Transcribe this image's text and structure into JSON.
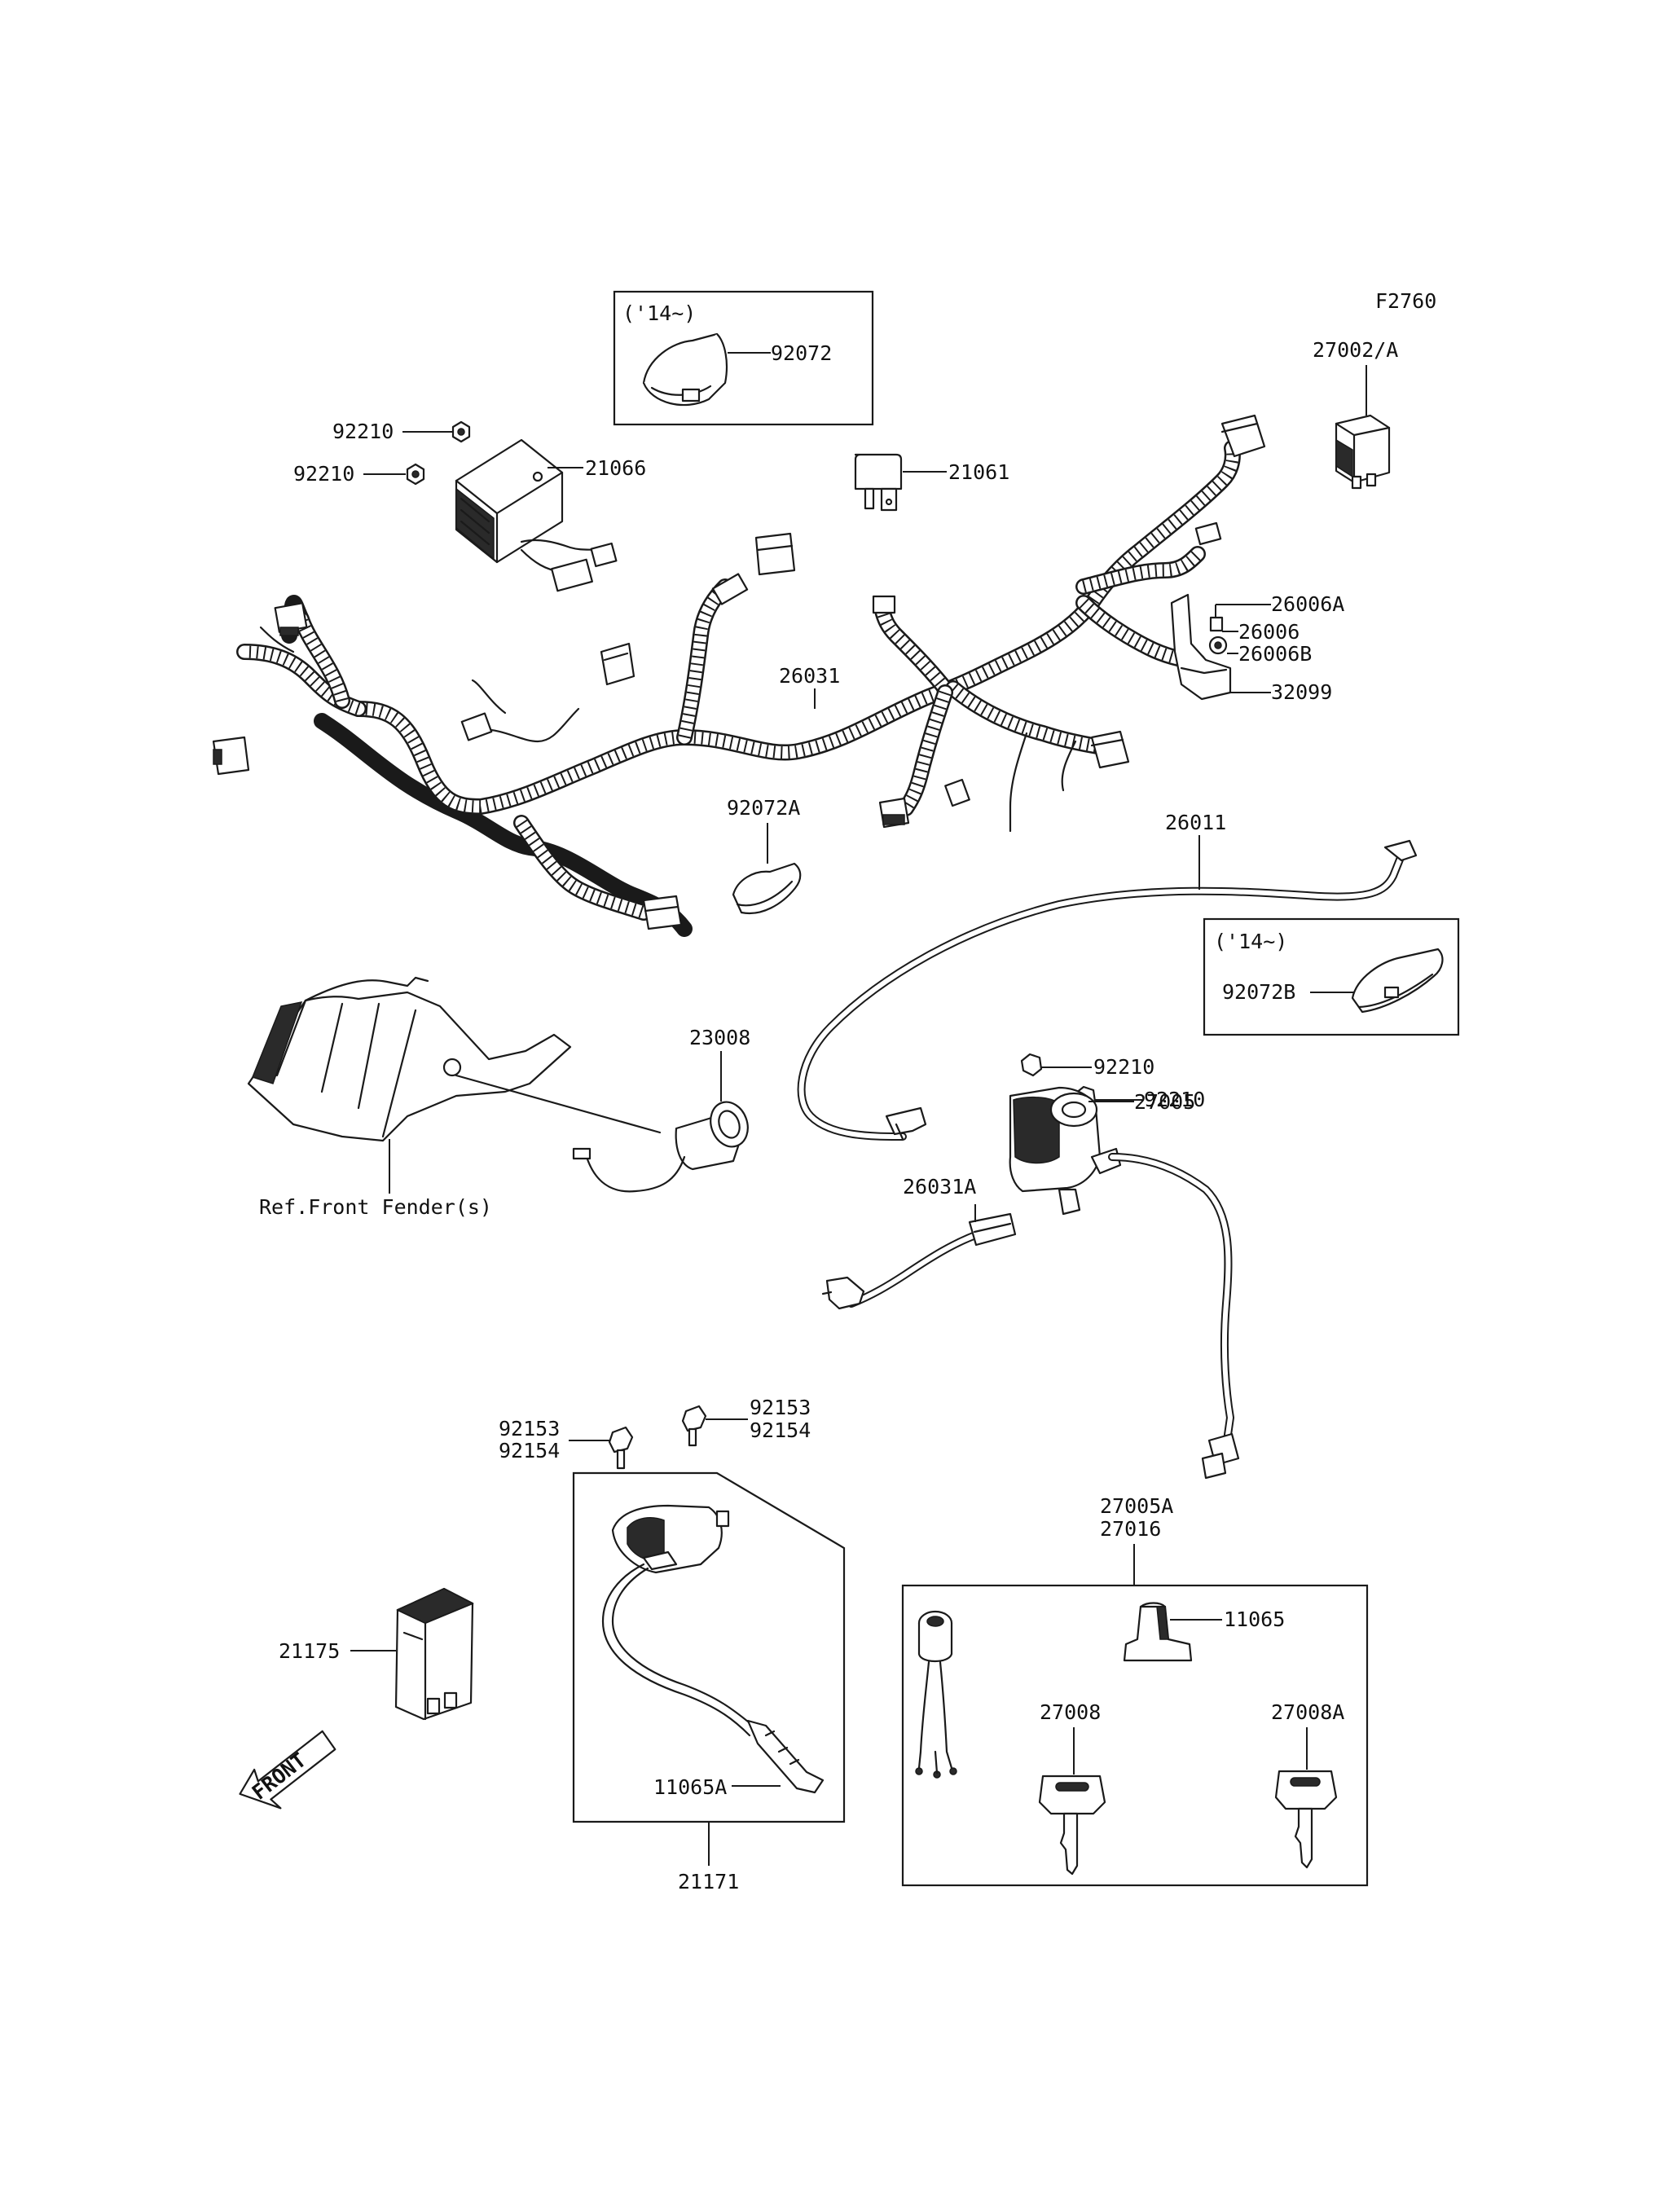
{
  "figure_code": "F2760",
  "labels": {
    "p27002A": "27002/A",
    "p92072": "92072",
    "p14_top": "('14~)",
    "p92210_a": "92210",
    "p92210_b": "92210",
    "p21066": "21066",
    "p21061": "21061",
    "p26006A": "26006A",
    "p26006": "26006",
    "p26006B": "26006B",
    "p32099": "32099",
    "p26031": "26031",
    "p92072A": "92072A",
    "p26011": "26011",
    "p14_right": "('14~)",
    "p92072B": "92072B",
    "p23008": "23008",
    "ref_front_fender": "Ref.Front Fender(s)",
    "p92210_c": "92210",
    "p92210_d": "92210",
    "p27005": "27005",
    "p26031A": "26031A",
    "p92153_l": "92153",
    "p92154_l": "92154",
    "p92153_r": "92153",
    "p92154_r": "92154",
    "p27005A": "27005A",
    "p27016": "27016",
    "p11065": "11065",
    "p27008": "27008",
    "p27008A": "27008A",
    "p21175": "21175",
    "p11065A": "11065A",
    "p21171": "21171",
    "front_arrow": "FRONT"
  },
  "icons": {
    "front_arrow": "front-direction-arrow-icon"
  }
}
